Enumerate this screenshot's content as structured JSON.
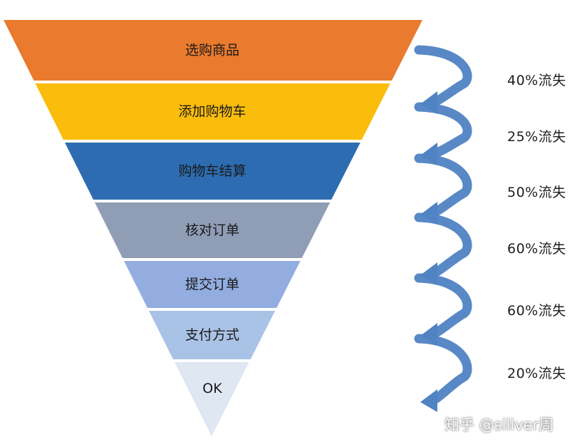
{
  "funnel": {
    "stages": [
      {
        "label": "选购商品",
        "color": "#e97a2e"
      },
      {
        "label": "添加购物车",
        "color": "#fbbd0c"
      },
      {
        "label": "购物车结算",
        "color": "#2d6cb0"
      },
      {
        "label": "核对订单",
        "color": "#8f9db5"
      },
      {
        "label": "提交订单",
        "color": "#93ade0"
      },
      {
        "label": "支付方式",
        "color": "#a9c3e6"
      },
      {
        "label": "OK",
        "color": "#dfe7f3"
      }
    ],
    "losses": [
      {
        "label": "40%流失"
      },
      {
        "label": "25%流失"
      },
      {
        "label": "50%流失"
      },
      {
        "label": "60%流失"
      },
      {
        "label": "60%流失"
      },
      {
        "label": "20%流失"
      }
    ],
    "arrow_color": "#4f83c3"
  },
  "watermark": {
    "text": "知乎 @siliver周"
  }
}
